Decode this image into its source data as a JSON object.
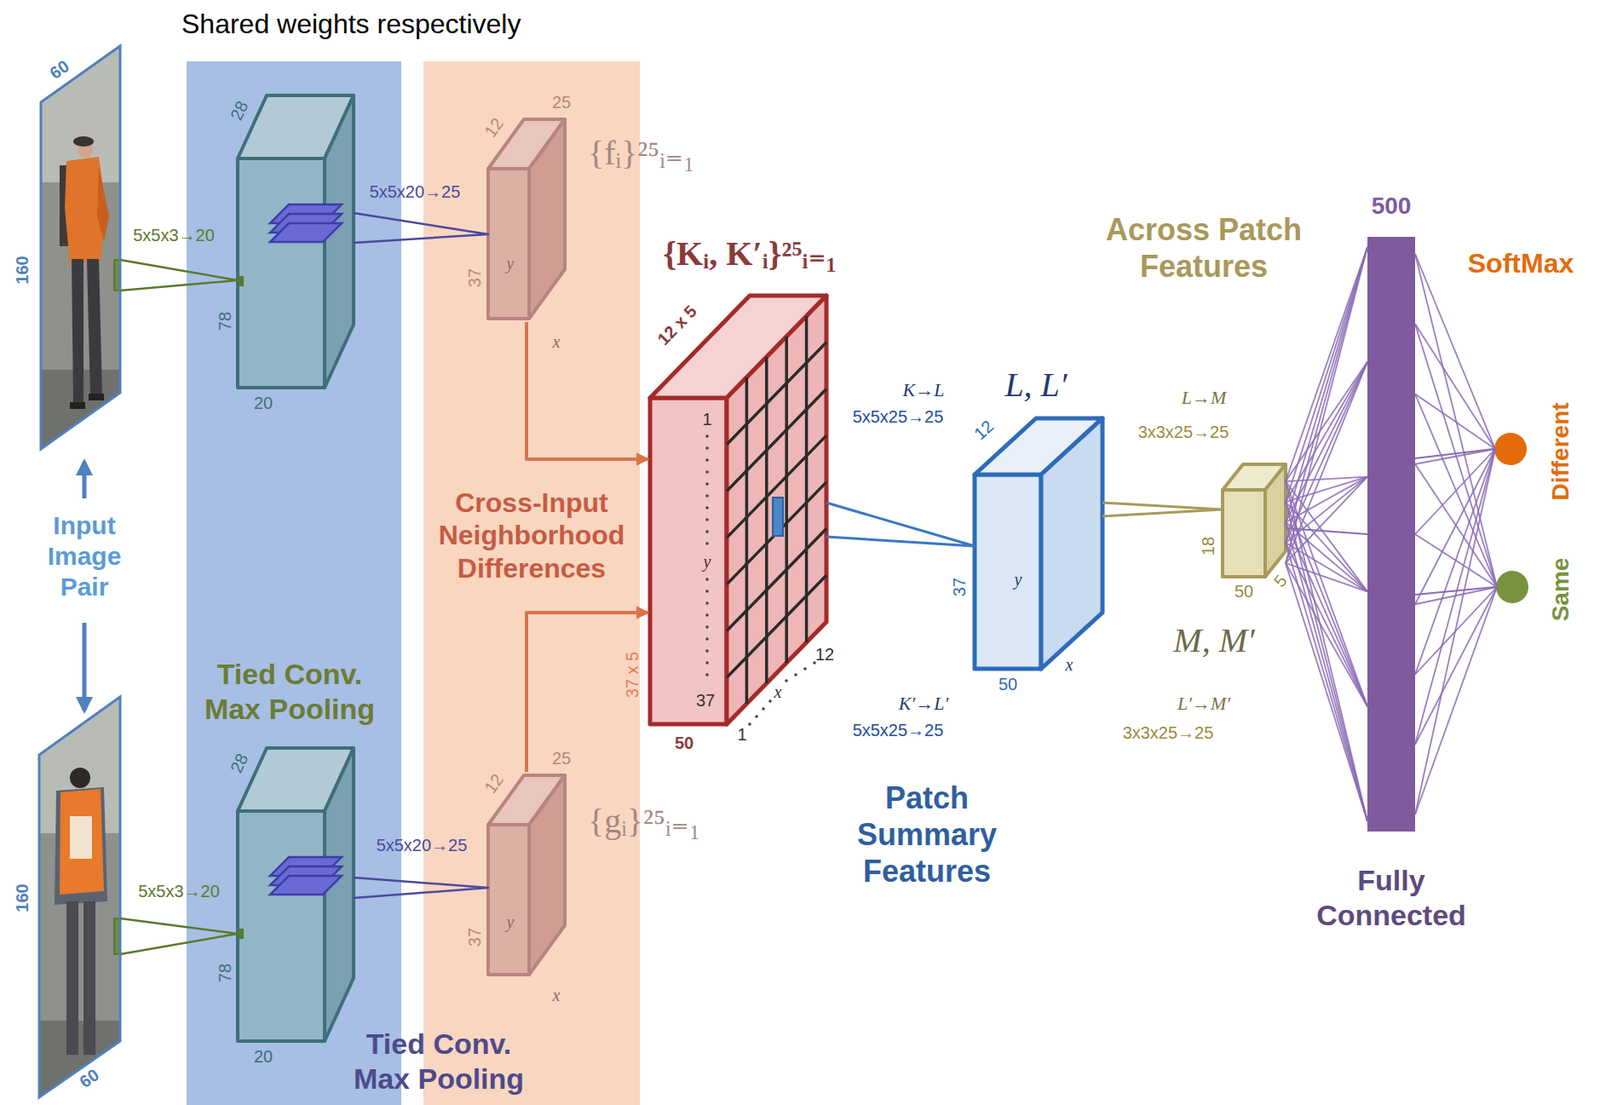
{
  "diagram": {
    "title": "Shared weights respectively",
    "nodes": [
      {
        "text": [
          "Tied Conv. Max Pooling"
        ]
      },
      {
        "text": [
          "Cross-Input Neighborhood Differences"
        ]
      },
      {
        "text": [
          "60",
          "160"
        ]
      },
      {
        "text": [
          "160",
          "60"
        ]
      },
      {
        "text": [
          "28",
          "78",
          "20"
        ],
        "in": 0
      },
      {
        "text": [
          "28",
          "78",
          "20"
        ],
        "in": 0
      },
      {
        "text": [
          "{fᵢ}²⁵ᵢ₌₁",
          "25",
          "12",
          "37",
          "y",
          "x"
        ],
        "in": 1
      },
      {
        "text": [
          "{gᵢ}²⁵ᵢ₌₁",
          "25",
          "12",
          "37",
          "y",
          "x"
        ],
        "in": 1
      },
      {
        "text": [
          "{Kᵢ, K′ᵢ}²⁵ᵢ₌₁",
          "12 x 5",
          "1",
          "y",
          "37",
          "37 x 5",
          "50",
          "1",
          "x",
          "12"
        ]
      },
      {
        "text": [
          "L, L′",
          "12",
          "37",
          "y",
          "50",
          "x"
        ]
      },
      {
        "text": [
          "18",
          "50",
          "5"
        ]
      },
      {
        "text": [
          "500",
          "Fully Connected"
        ]
      },
      {
        "text": [
          "Different"
        ]
      },
      {
        "text": [
          "Same"
        ]
      }
    ],
    "edges": [
      {
        "from": 2,
        "to": 4,
        "arrow": "none",
        "label": "5x5x3→20"
      },
      {
        "from": 3,
        "to": 5,
        "arrow": "none",
        "label": "5x5x3→20"
      },
      {
        "from": 4,
        "to": 6,
        "arrow": "none",
        "label": "5x5x20→25"
      },
      {
        "from": 5,
        "to": 7,
        "arrow": "none",
        "label": "5x5x20→25"
      },
      {
        "from": 6,
        "to": 8,
        "arrow": "to"
      },
      {
        "from": 7,
        "to": 8,
        "arrow": "to"
      },
      {
        "from": 8,
        "to": 9,
        "arrow": "none"
      },
      {
        "from": 9,
        "to": 10,
        "arrow": "none"
      },
      {
        "from": 10,
        "to": 11,
        "arrow": "none"
      },
      {
        "from": 11,
        "to": 12,
        "arrow": "none"
      },
      {
        "from": 11,
        "to": 13,
        "arrow": "none"
      }
    ],
    "labels": [
      "Input Image Pair",
      "Tied Conv. Max Pooling",
      "K→L",
      "5x5x25→25",
      "K′→L′",
      "5x5x25→25",
      "Patch Summary Features",
      "Across Patch Features",
      "L→M",
      "3x3x25→25",
      "L′→M′",
      "3x3x25→25",
      "M, M′",
      "SoftMax"
    ]
  }
}
